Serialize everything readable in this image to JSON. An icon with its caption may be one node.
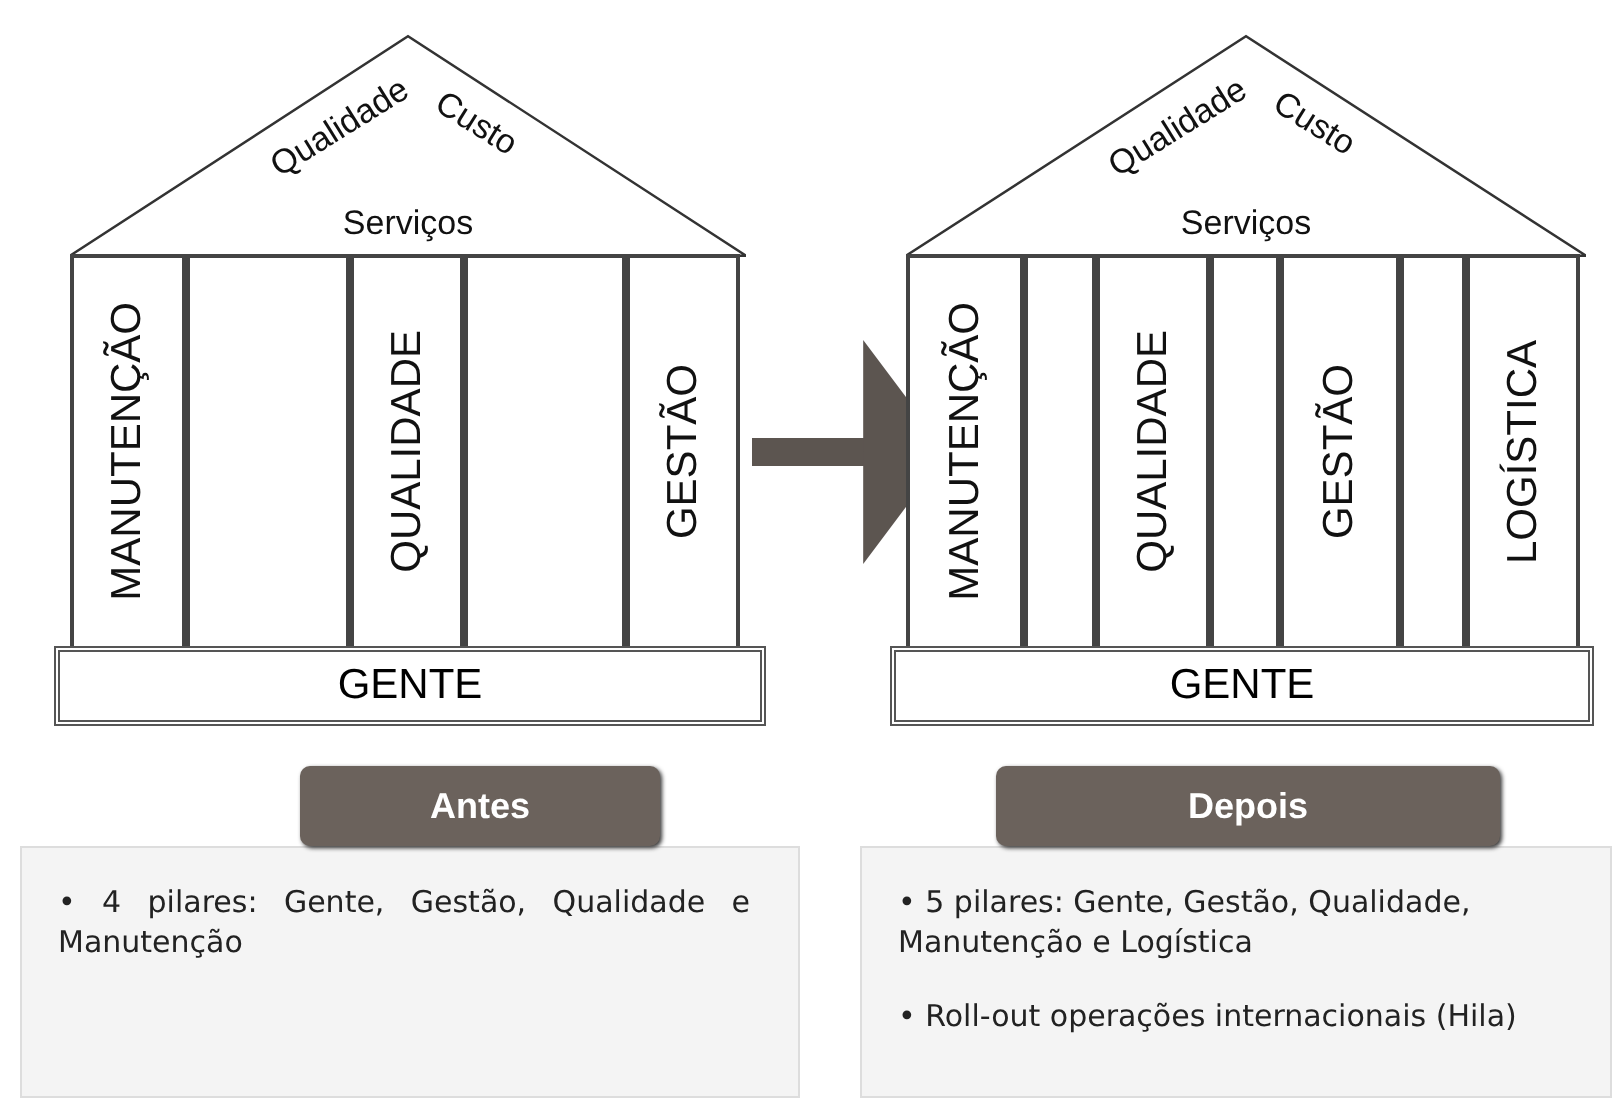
{
  "diagram": {
    "nodes": [
      {
        "text": [
          "Qualidade",
          "Custo",
          "Serviços"
        ]
      },
      {
        "text": [
          "MANUTENÇÃO"
        ]
      },
      {
        "text": [],
        "shape": "bar"
      },
      {
        "text": [
          "QUALIDADE"
        ]
      },
      {
        "text": [],
        "shape": "bar"
      },
      {
        "text": [
          "GESTÃO"
        ]
      },
      {
        "text": [
          "GENTE"
        ]
      },
      {
        "text": [
          "Antes"
        ]
      },
      {
        "text": [
          "• 4 pilares: Gente, Gestão, Qualidade e Manutenção"
        ]
      },
      {
        "text": [
          "Qualidade",
          "Custo",
          "Serviços"
        ]
      },
      {
        "text": [
          "MANUTENÇÃO"
        ]
      },
      {
        "text": [],
        "shape": "bar"
      },
      {
        "text": [
          "QUALIDADE"
        ]
      },
      {
        "text": [],
        "shape": "bar"
      },
      {
        "text": [
          "GESTÃO"
        ]
      },
      {
        "text": [],
        "shape": "bar"
      },
      {
        "text": [
          "LOGÍSTICA"
        ]
      },
      {
        "text": [
          "GENTE"
        ]
      },
      {
        "text": [
          "Depois"
        ]
      },
      {
        "text": [
          "• 5 pilares: Gente, Gestão, Qualidade, Manutenção e Logística",
          "• Roll-out operações internacionais (Hila)"
        ]
      }
    ],
    "edges": [
      {
        "from": 5,
        "to": 10,
        "arrow": "to"
      }
    ]
  }
}
